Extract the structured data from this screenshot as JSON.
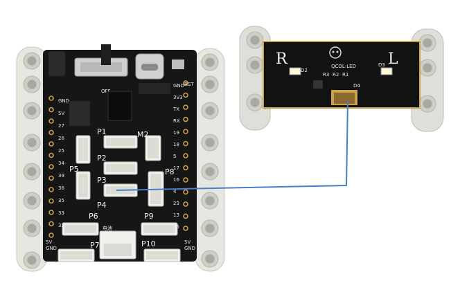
{
  "main_board": {
    "switch_label": "OFF",
    "rst_label": "RST",
    "ports": [
      "P1",
      "P2",
      "P3",
      "P4",
      "P5",
      "P6",
      "P7",
      "P8",
      "P9",
      "P10",
      "M2"
    ],
    "pins_left": [
      "GND",
      "5V",
      "27",
      "26",
      "25",
      "34",
      "39",
      "36",
      "35",
      "33",
      "32"
    ],
    "pins_right": [
      "GND",
      "3V3",
      "TX",
      "RX",
      "19",
      "18",
      "5",
      "17",
      "16",
      "4",
      "23",
      "13",
      "15"
    ],
    "power_left": [
      "5V",
      "GND"
    ],
    "power_right": [
      "5V",
      "GND"
    ],
    "battery_label": "电池"
  },
  "led_module": {
    "left_mark": "R",
    "right_mark": "L",
    "model": "QCOL-LED",
    "led_left": "D2",
    "led_right": "D3",
    "r_labels": [
      "R3",
      "R2",
      "R1"
    ],
    "connector": "D4"
  },
  "colors": {
    "pcb": "#161616",
    "beam": "#e6e6e0",
    "wire": "#4a7ec8",
    "connector": "#f2f2ee",
    "gold": "#c9a24a"
  }
}
